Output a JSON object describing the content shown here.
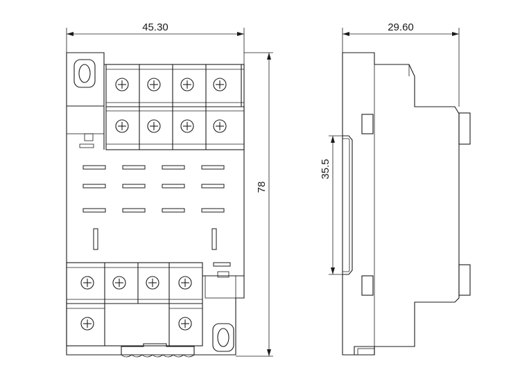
{
  "dimensions": {
    "width_front": "45.30",
    "height": "78",
    "width_side": "29.60",
    "din_rail": "35.5"
  },
  "views": [
    "front-view",
    "side-view"
  ],
  "terminal_screw_icon": "screw-head-icon",
  "line_color": "#1a1a1a"
}
